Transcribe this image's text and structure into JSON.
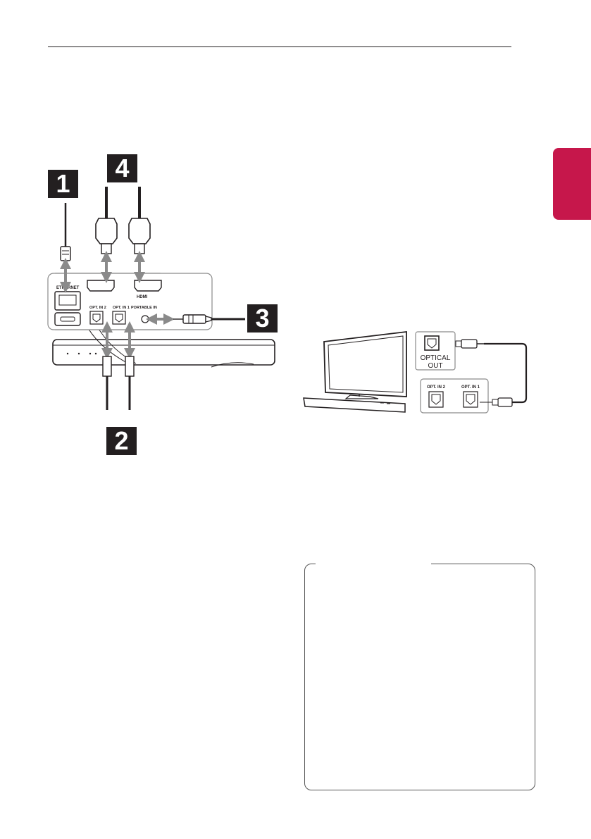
{
  "badges": {
    "ethernet": "1",
    "optical": "2",
    "portable": "3",
    "hdmi": "4"
  },
  "panel_labels": {
    "ethernet": "ETHERNET",
    "hdmi_logo": "HDMI",
    "opt_in_2": "OPT. IN 2",
    "opt_in_1": "OPT. IN 1",
    "portable_in": "PORTABLE IN"
  },
  "tv_labels": {
    "optical_out_line1": "OPTICAL",
    "optical_out_line2": "OUT",
    "opt_in_2": "OPT. IN 2",
    "opt_in_1": "OPT. IN 1"
  },
  "colors": {
    "accent_tab": "#c6174b",
    "ink": "#231f20"
  }
}
